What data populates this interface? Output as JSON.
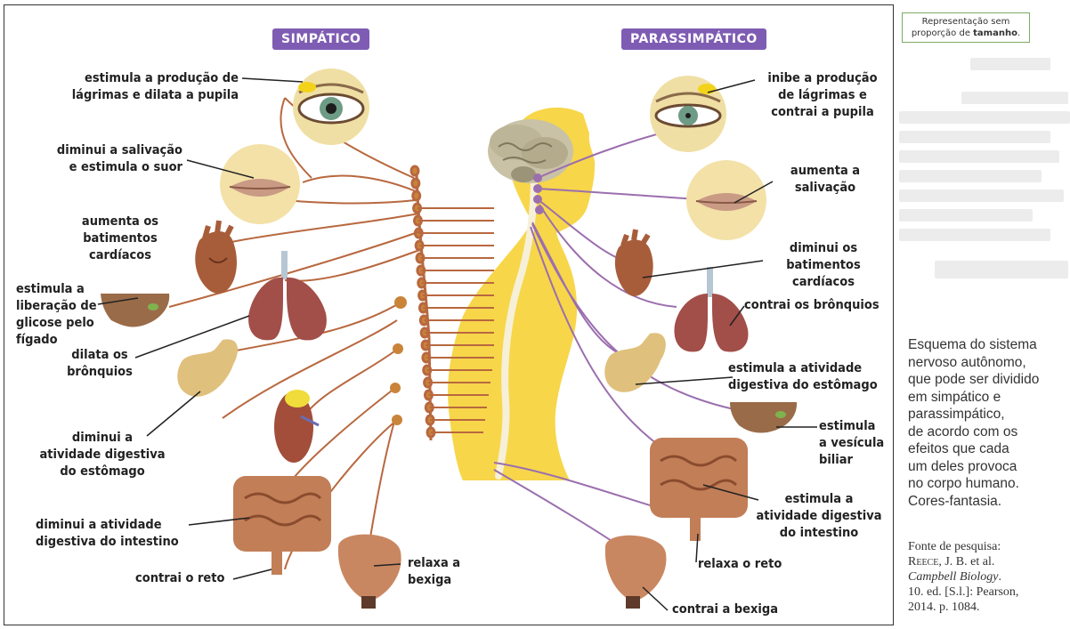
{
  "titles": {
    "sympathetic": "SIMPÁTICO",
    "parasympathetic": "PARASSIMPÁTICO"
  },
  "note": {
    "text": "Representação sem proporção de",
    "bold": "tamanho",
    "end": "."
  },
  "sympathetic_labels": [
    "estimula a produção de\nlágrimas e dilata a pupila",
    "diminui a salivação\ne estimula o suor",
    "aumenta os\nbatimentos\ncardíacos",
    "estimula a\nliberação de\nglicose pelo\nfígado",
    "dilata os\nbrônquios",
    "diminui a\natividade digestiva\ndo estômago",
    "diminui a atividade\ndigestiva do intestino",
    "contrai o reto",
    "relaxa a\nbexiga"
  ],
  "parasympathetic_labels": [
    "inibe a produção\nde lágrimas e\ncontrai a pupila",
    "aumenta a\nsalivação",
    "diminui os\nbatimentos cardíacos",
    "contrai os brônquios",
    "estimula a atividade\ndigestiva do estômago",
    "estimula\na vesícula\nbiliar",
    "estimula a\natividade digestiva\ndo intestino",
    "relaxa o reto",
    "contrai a bexiga"
  ],
  "caption": "Esquema do sistema\nnervoso autônomo,\nque pode ser dividido\nem simpático e\nparassimpático,\nde acordo com os\nefeitos que cada\num deles provoca\nno corpo humano.\nCores-fantasia.",
  "source": {
    "line1": "Fonte de pesquisa:",
    "author": "Reece",
    "line2": ", J. B. et al.",
    "book": "Campbell Biology",
    "line3": ".",
    "line4": "10. ed. [S.l.]: Pearson,",
    "line5": "2014. p. 1084."
  },
  "colors": {
    "sympathetic_nerve": "#b8683f",
    "parasympathetic_nerve": "#9b6fae",
    "body": "#f7d64a",
    "title_bg": "#7e5cb3"
  }
}
